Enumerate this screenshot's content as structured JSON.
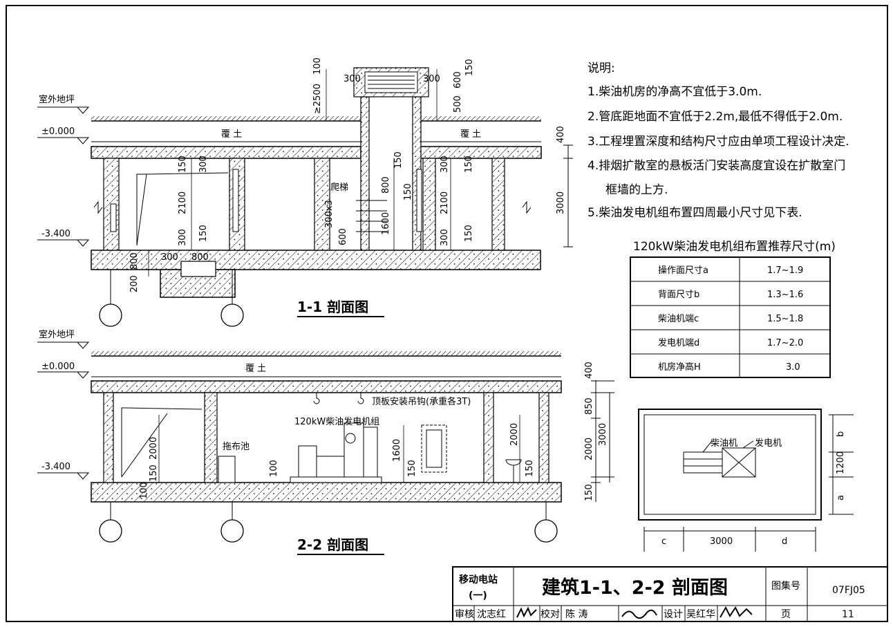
{
  "notes": {
    "heading": "说明:",
    "items": [
      "1.柴油机房的净高不宜低于3.0m.",
      "2.管底距地面不宜低于2.2m,最低不得低于2.0m.",
      "3.工程埋置深度和结构尺寸应由单项工程设计决定.",
      "4.排烟扩散室的悬板活门安装高度宜设在扩散室门",
      "框墙的上方.",
      "5.柴油发电机组布置四周最小尺寸见下表."
    ]
  },
  "table": {
    "title": "120kW柴油发电机组布置推荐尺寸(m)",
    "rows": [
      {
        "label": "操作面尺寸a",
        "value": "1.7~1.9"
      },
      {
        "label": "背面尺寸b",
        "value": "1.3~1.6"
      },
      {
        "label": "柴油机端c",
        "value": "1.5~1.8"
      },
      {
        "label": "发电机端d",
        "value": "1.7~2.0"
      },
      {
        "label": "机房净高H",
        "value": "3.0"
      }
    ]
  },
  "section1": {
    "title": "1-1 剖面图",
    "outdoor_grade": "室外地坪",
    "level_zero": "±0.000",
    "level_floor": "-3.400",
    "soil": "覆 土",
    "ladder": "爬梯",
    "dims": {
      "d100": "100",
      "d150": "150",
      "d300": "300",
      "d600": "600",
      "d500": "500",
      "d2500": "≥2500",
      "d400": "400",
      "d3000": "3000",
      "d2100": "2100",
      "d800": "800",
      "d1600": "1600",
      "d300x3": "300x3",
      "d200": "200"
    }
  },
  "section2": {
    "title": "2-2 剖面图",
    "outdoor_grade": "室外地坪",
    "level_zero": "±0.000",
    "level_floor": "-3.400",
    "soil": "覆 土",
    "hook_note": "顶板安装吊钩(承重各3T)",
    "genset": "120kW柴油发电机组",
    "mop_sink": "拖布池",
    "dims": {
      "d400": "400",
      "d850": "850",
      "d2000": "2000",
      "d3000": "3000",
      "d150": "150",
      "d100": "100",
      "d1600": "1600"
    }
  },
  "plan": {
    "engine": "柴油机",
    "generator": "发电机",
    "c": "c",
    "d": "d",
    "a": "a",
    "b": "b",
    "d3000": "3000",
    "d1200": "1200"
  },
  "title_block": {
    "series": "移动电站",
    "series_part": "(一)",
    "drawing_title": "建筑1-1、2-2 剖面图",
    "atlas_label": "图集号",
    "atlas_no": "07FJ05",
    "review": "审核",
    "reviewer": "沈志红",
    "check": "校对",
    "checker": "陈 涛",
    "design": "设计",
    "designer": "吴红华",
    "page_label": "页",
    "page_no": "11"
  }
}
